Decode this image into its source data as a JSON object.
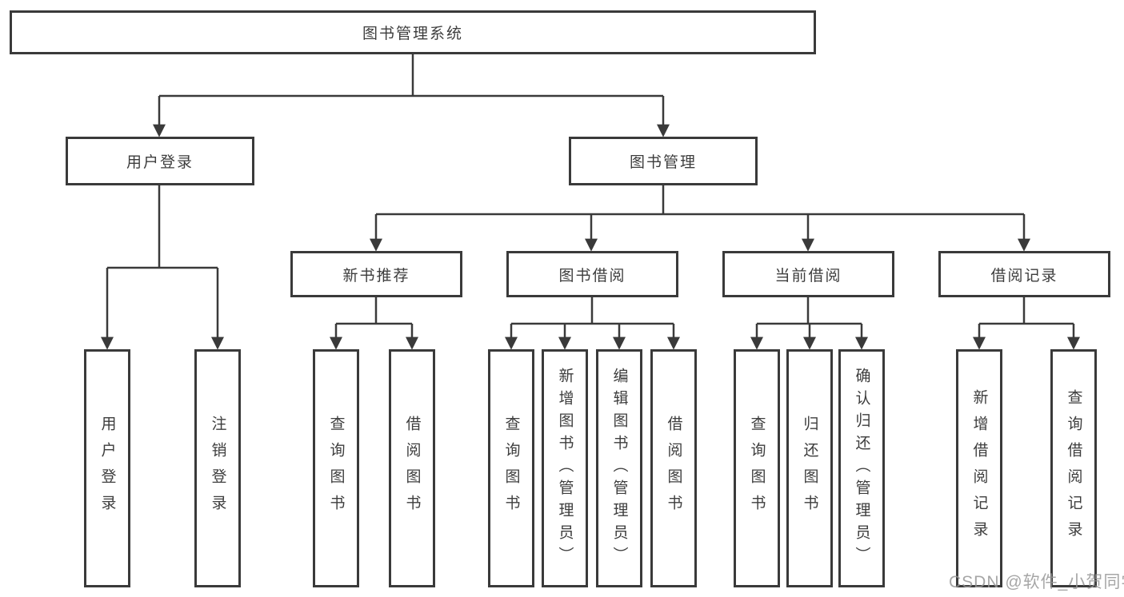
{
  "diagram": {
    "root": "图书管理系统",
    "branches": [
      {
        "label": "用户登录",
        "children": [
          "用户登录",
          "注销登录"
        ]
      },
      {
        "label": "图书管理",
        "groups": [
          {
            "label": "新书推荐",
            "children": [
              "查询图书",
              "借阅图书"
            ]
          },
          {
            "label": "图书借阅",
            "children": [
              "查询图书",
              "新增图书（管理员）",
              "编辑图书（管理员）",
              "借阅图书"
            ]
          },
          {
            "label": "当前借阅",
            "children": [
              "查询图书",
              "归还图书",
              "确认归还（管理员）"
            ]
          },
          {
            "label": "借阅记录",
            "children": [
              "新增借阅记录",
              "查询借阅记录"
            ]
          }
        ]
      }
    ]
  },
  "watermark": "CSDN @软件_小贺同学",
  "colors": {
    "line": "#3a3a3a",
    "box_border": "#3a3a3a",
    "text": "#3d3d3d",
    "watermark": "#969696",
    "background": "#ffffff"
  }
}
